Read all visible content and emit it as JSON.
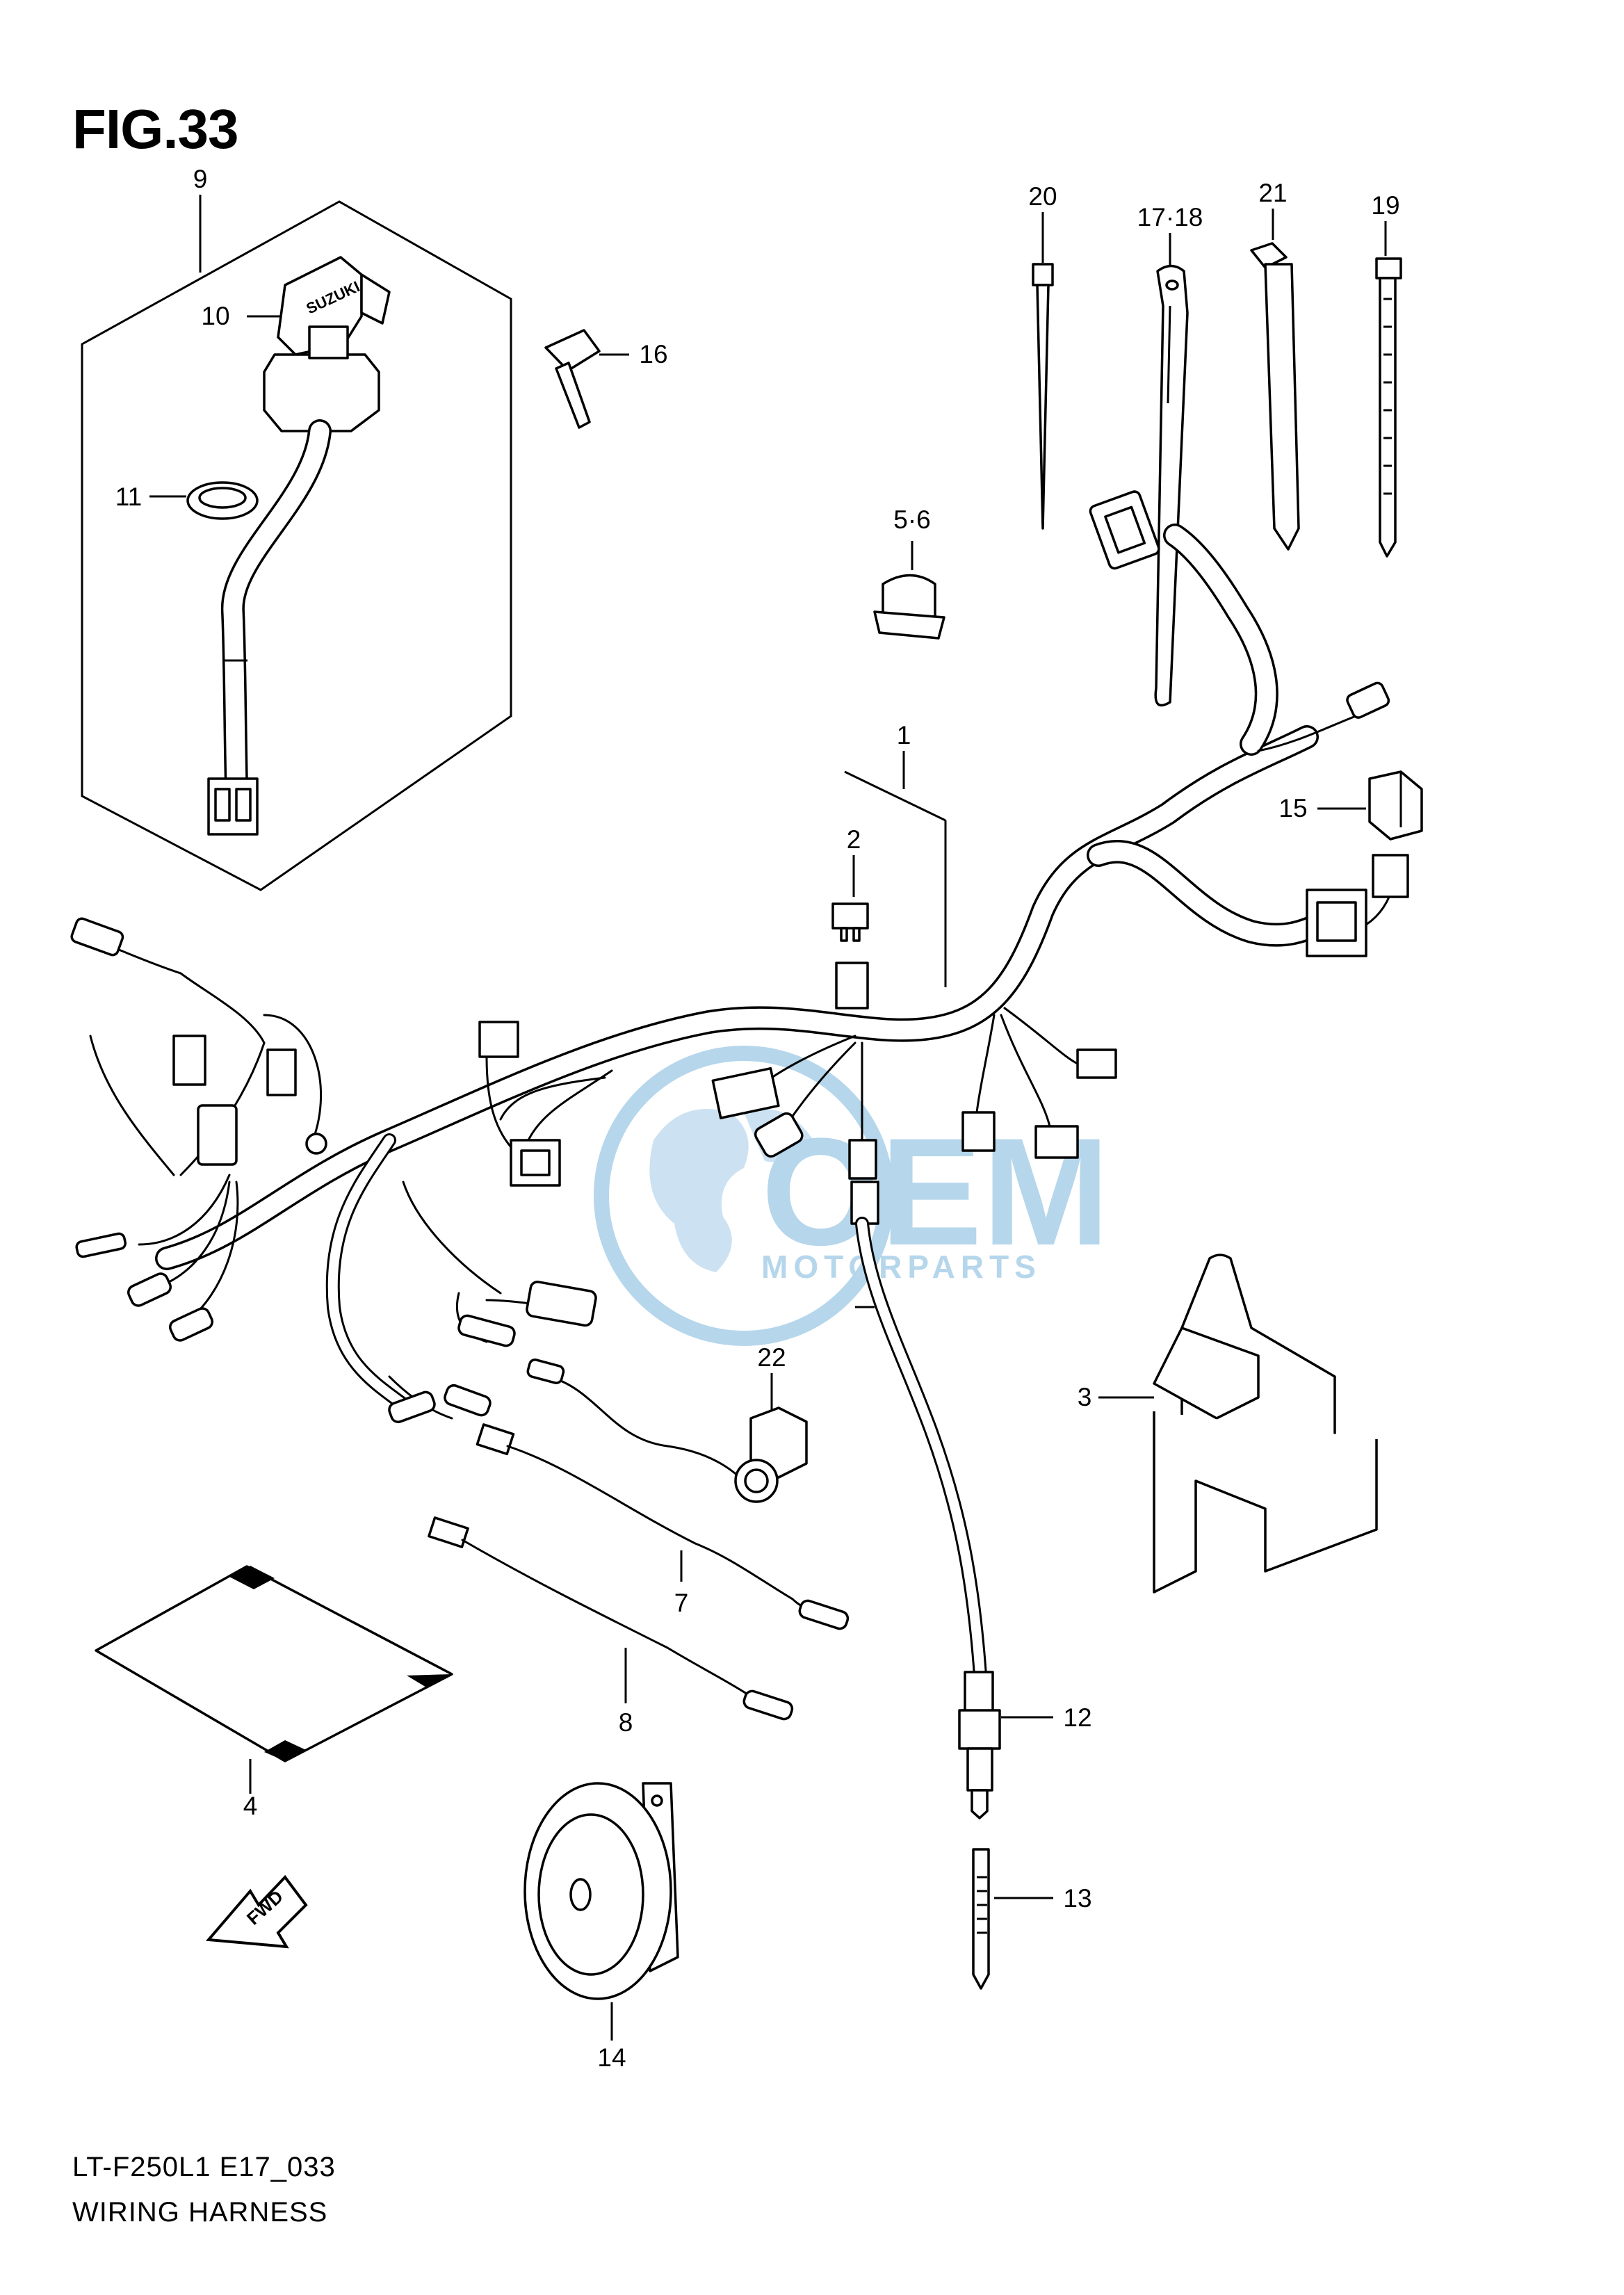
{
  "figure": {
    "title": "FIG.33",
    "model_code": "LT-F250L1 E17_033",
    "section_title": "WIRING HARNESS"
  },
  "callouts": [
    {
      "id": "c1",
      "label": "1"
    },
    {
      "id": "c2",
      "label": "2"
    },
    {
      "id": "c3",
      "label": "3"
    },
    {
      "id": "c4",
      "label": "4"
    },
    {
      "id": "c56",
      "label": "5·6"
    },
    {
      "id": "c7",
      "label": "7"
    },
    {
      "id": "c8",
      "label": "8"
    },
    {
      "id": "c9",
      "label": "9"
    },
    {
      "id": "c10",
      "label": "10"
    },
    {
      "id": "c11",
      "label": "11"
    },
    {
      "id": "c12",
      "label": "12"
    },
    {
      "id": "c13",
      "label": "13"
    },
    {
      "id": "c14",
      "label": "14"
    },
    {
      "id": "c15",
      "label": "15"
    },
    {
      "id": "c16",
      "label": "16"
    },
    {
      "id": "c1718",
      "label": "17·18"
    },
    {
      "id": "c19",
      "label": "19"
    },
    {
      "id": "c20",
      "label": "20"
    },
    {
      "id": "c21",
      "label": "21"
    },
    {
      "id": "c22",
      "label": "22"
    }
  ],
  "ignition_switch_brand": "SUZUKI",
  "direction_marker": "FWD",
  "watermark": {
    "brand": "OEM",
    "tagline": "MOTORPARTS",
    "color": "#a9cfe8"
  }
}
